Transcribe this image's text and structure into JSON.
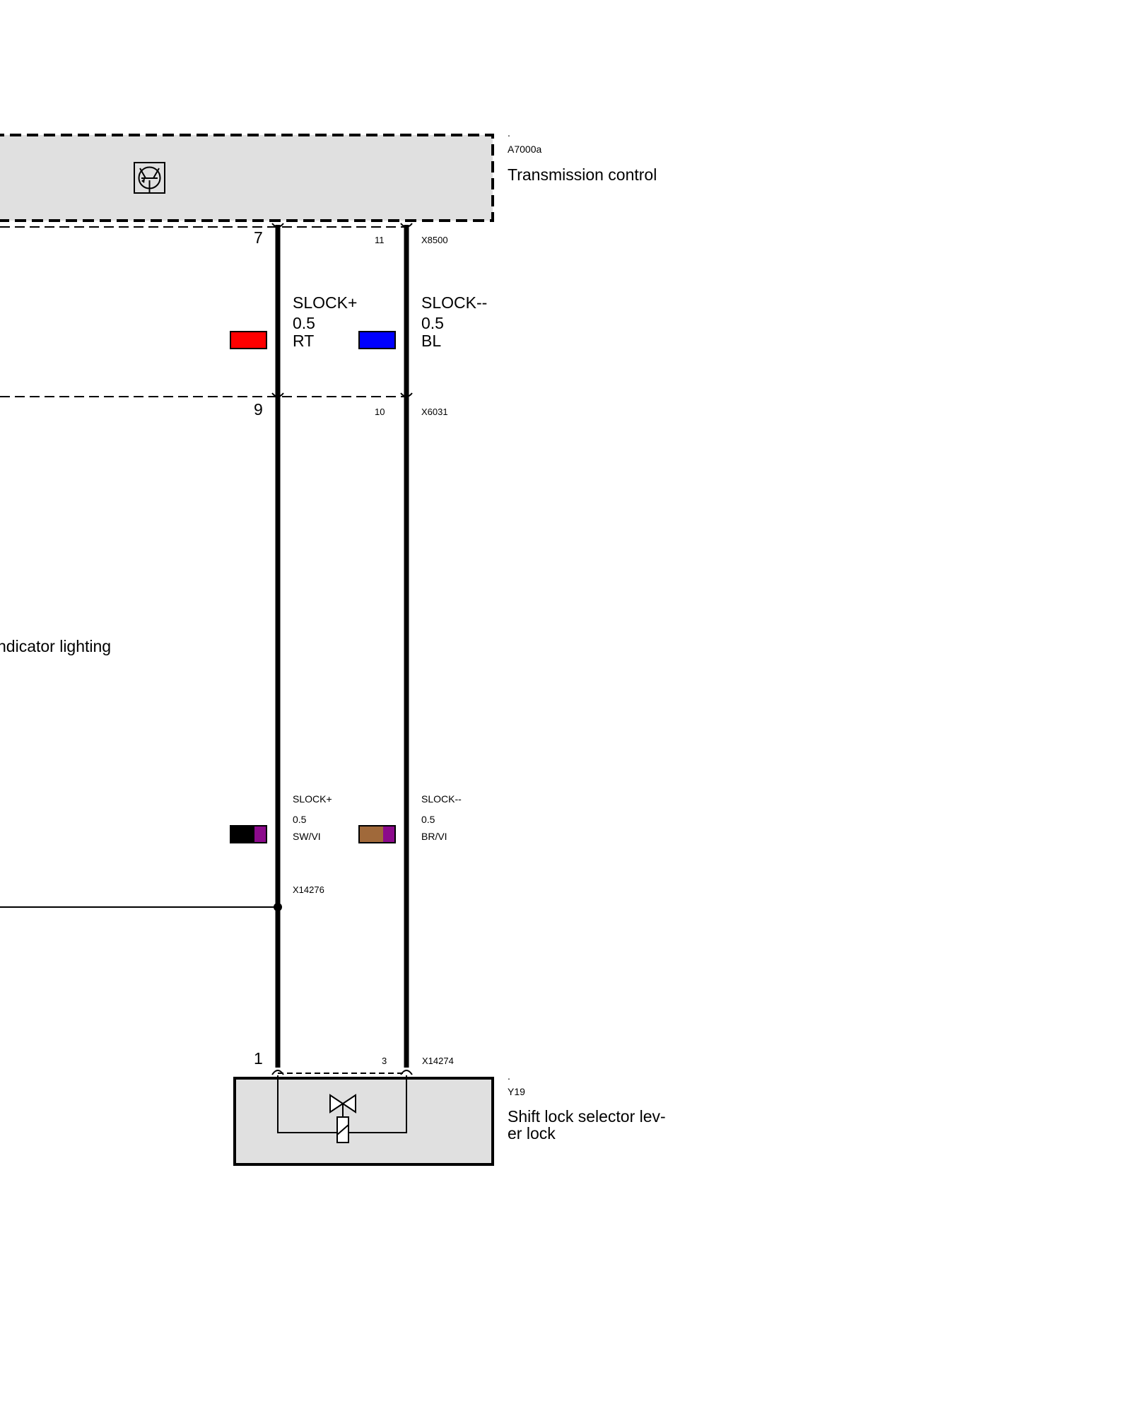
{
  "components": {
    "transmission_control": {
      "dot": ".",
      "ref": "A7000a",
      "name": "Transmission control"
    },
    "shift_lock": {
      "dot": ".",
      "ref": "Y19",
      "name_line1": "Shift lock selector lev-",
      "name_line2": "er lock"
    }
  },
  "side_label": "ndicator lighting",
  "connectors": {
    "x8500": {
      "ref": "X8500",
      "pin_left": "7",
      "pin_right": "11"
    },
    "x6031": {
      "ref": "X6031",
      "pin_left": "9",
      "pin_right": "10"
    },
    "x14276": {
      "ref": "X14276"
    },
    "x14274": {
      "ref": "X14274",
      "pin_left": "1",
      "pin_right": "3"
    }
  },
  "wires": {
    "upper_left": {
      "signal": "SLOCK+",
      "size": "0.5",
      "color_code": "RT",
      "colors": [
        "#ff0000"
      ]
    },
    "upper_right": {
      "signal": "SLOCK--",
      "size": "0.5",
      "color_code": "BL",
      "colors": [
        "#0000ff"
      ]
    },
    "lower_left": {
      "signal": "SLOCK+",
      "size": "0.5",
      "color_code": "SW/VI",
      "colors": [
        "#000000",
        "#8b0a8b"
      ]
    },
    "lower_right": {
      "signal": "SLOCK--",
      "size": "0.5",
      "color_code": "BR/VI",
      "colors": [
        "#a0693a",
        "#8b0a8b"
      ]
    }
  },
  "icons": {
    "control_unit": "transistor-icon",
    "solenoid": "solenoid-valve-icon"
  }
}
